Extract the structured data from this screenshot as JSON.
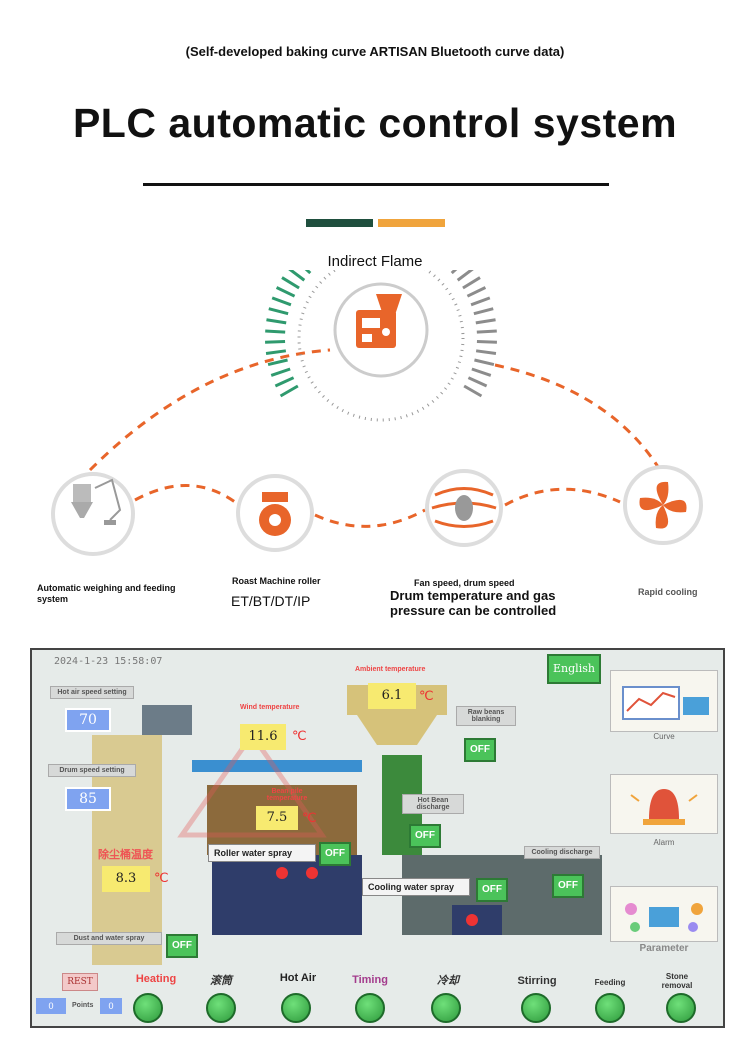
{
  "header": {
    "subtitle": "(Self-developed baking curve ARTISAN Bluetooth curve data)",
    "title": "PLC automatic control system"
  },
  "diagram": {
    "center_label": "Indirect Flame",
    "features": [
      {
        "label": "Automatic weighing and feeding system",
        "icon": "silo-icon"
      },
      {
        "label": "Roast Machine roller",
        "sub": "ET/BT/DT/IP",
        "icon": "roller-icon"
      },
      {
        "label": "Fan speed, drum speed",
        "sub": "Drum temperature and gas pressure can be controlled",
        "icon": "bean-icon"
      },
      {
        "label": "Rapid cooling",
        "icon": "fan-icon"
      }
    ],
    "colors": {
      "accent": "#e8652a",
      "green": "#2f9a6e",
      "gray": "#8c8c8c"
    }
  },
  "hmi": {
    "datetime": "2024-1-23 15:58:07",
    "language_button": "English",
    "hot_air_speed_label": "Hot air speed setting",
    "hot_air_speed_value": "70",
    "drum_speed_label": "Drum speed setting",
    "drum_speed_value": "85",
    "ambient_temp_label": "Ambient temperature",
    "ambient_temp_value": "6.1",
    "wind_temp_label": "Wind temperature",
    "wind_temp_value": "11.6",
    "bean_pile_label": "Bean pile temperature",
    "bean_pile_value": "7.5",
    "dust_label": "除尘桶温度",
    "dust_value": "8.3",
    "unit": "℃",
    "raw_beans_label": "Raw beans blanking",
    "hot_bean_label": "Hot Bean discharge",
    "roller_water_label": "Roller water spray",
    "cooling_water_label": "Cooling water spray",
    "cooling_discharge_label": "Cooling discharge",
    "dust_water_label": "Dust and water spray",
    "off": "OFF",
    "side": {
      "curve": "Curve",
      "alarm": "Alarm",
      "parameter": "Parameter"
    },
    "reset": "REST",
    "points_label": "Points",
    "points_values": [
      "0",
      "0"
    ],
    "bottom_buttons": [
      "Heating",
      "滚筒",
      "Hot Air",
      "Timing",
      "冷却",
      "Stirring",
      "Feeding",
      "Stone removal"
    ]
  }
}
